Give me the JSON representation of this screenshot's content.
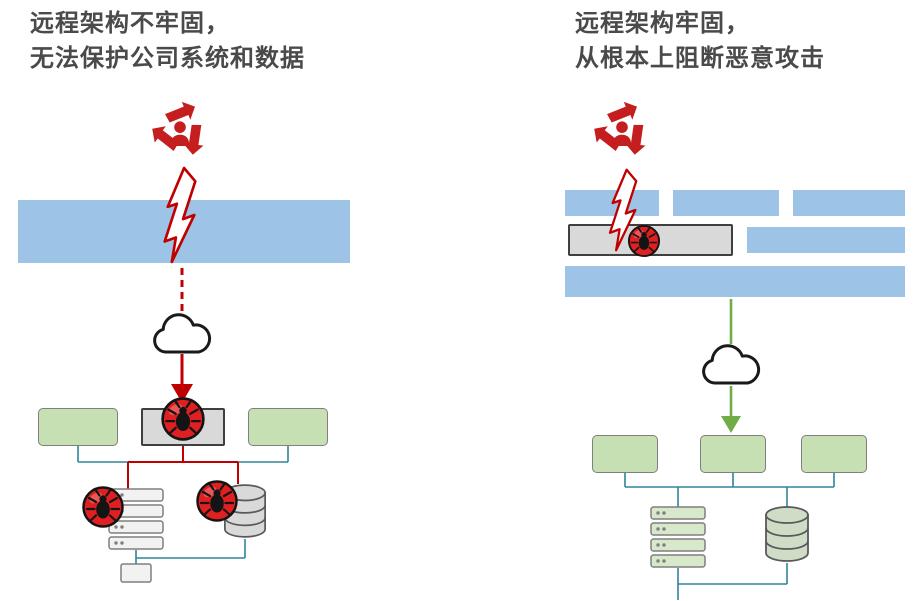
{
  "left_panel": {
    "title_line1": "远程架构不牢固，",
    "title_line2": "无法保护公司系统和数据"
  },
  "right_panel": {
    "title_line1": "远程架构牢固，",
    "title_line2": "从根本上阻断恶意攻击"
  },
  "colors": {
    "blue_bar": "#9dc3e6",
    "green_box_fill": "#c6e0b4",
    "box_border": "#7f7f7f",
    "gray_box_fill": "#d9d9d9",
    "gray_box_border": "#3f3f3f",
    "red": "#c00000",
    "attacker_red": "#c41e1e",
    "bug_red": "#e02020",
    "teal_line": "#31849b",
    "green_arrow": "#70ad47",
    "title_text": "#4a4a4a",
    "server_gray": "#f2f2f2",
    "server_green": "#d8e8cb",
    "db_gray": "#d9d9d9",
    "db_green": "#cfdcc6"
  },
  "icons": {
    "attacker": "threat-actor-icon",
    "lightning": "lightning-bolt-icon",
    "cloud": "cloud-icon",
    "bug": "malware-bug-icon",
    "server": "server-rack-icon",
    "database": "database-icon"
  }
}
